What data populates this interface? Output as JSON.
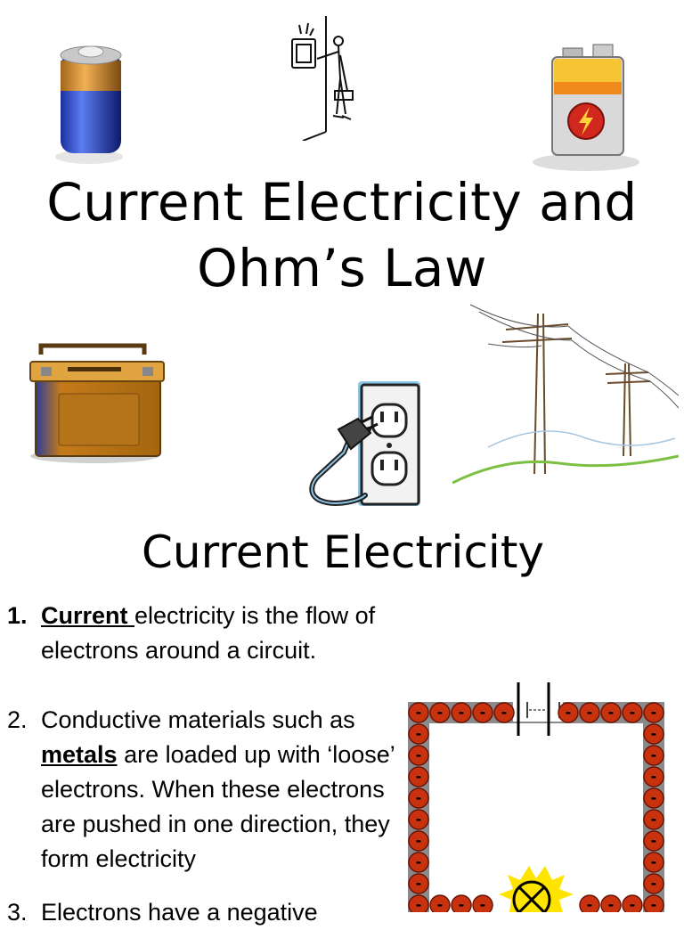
{
  "title": {
    "line1": "Current Electricity and",
    "line2": "Ohm’s Law"
  },
  "section": {
    "heading": "Current Electricity"
  },
  "items": [
    {
      "number": "1.",
      "term": "Current ",
      "rest_line1": "electricity is the flow of",
      "line2": "electrons around a circuit."
    },
    {
      "number": "2.",
      "line1": "Conductive materials such as",
      "term": "metals",
      "after_term": " are loaded up with ‘loose’",
      "line3": "electrons. When these electrons",
      "line4": "are pushed in one direction, they",
      "line5": "form electricity"
    },
    {
      "number": "3.",
      "line1": "Electrons have a negative"
    }
  ],
  "circuit": {
    "electron_sign": "-"
  },
  "images": {
    "battery_cylinder": "battery-icon",
    "electrician": "electrician-meter-icon",
    "battery_nine_volt": "battery-lightning-icon",
    "car_battery": "car-battery-icon",
    "wall_outlet": "plug-outlet-icon",
    "power_lines": "power-lines-icon"
  }
}
